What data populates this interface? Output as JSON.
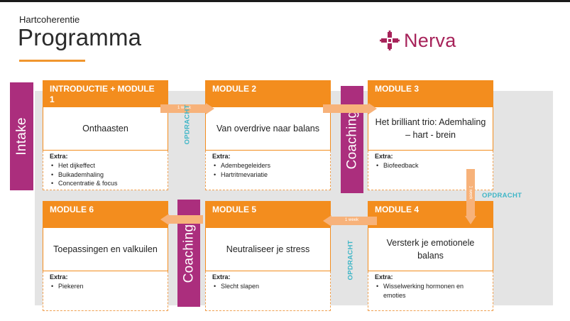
{
  "header": {
    "subtitle": "Hartcoherentie",
    "title": "Programma",
    "logo_text": "Nerva"
  },
  "side_bars": {
    "intake": "Intake",
    "coaching_top": "Coaching",
    "coaching_bottom": "Coaching"
  },
  "modules": [
    {
      "heading": "INTRODUCTIE + MODULE 1",
      "text": "Onthaasten",
      "extra_label": "Extra:",
      "extras": [
        "Het dijkeffect",
        "Buikademhaling",
        "Concentratie & focus"
      ]
    },
    {
      "heading": "MODULE 2",
      "text": "Van overdrive naar balans",
      "extra_label": "Extra:",
      "extras": [
        "Adembegeleiders",
        "Hartritmevariatie"
      ]
    },
    {
      "heading": "MODULE 3",
      "text": "Het brilliant trio: Ademhaling – hart - brein",
      "extra_label": "Extra:",
      "extras": [
        "Biofeedback"
      ]
    },
    {
      "heading": "MODULE 4",
      "text": "Versterk je emotionele balans",
      "extra_label": "Extra:",
      "extras": [
        "Wisselwerking hormonen en emoties"
      ]
    },
    {
      "heading": "MODULE 5",
      "text": "Neutraliseer je stress",
      "extra_label": "Extra:",
      "extras": [
        "Slecht slapen"
      ]
    },
    {
      "heading": "MODULE 6",
      "text": "Toepassingen en valkuilen",
      "extra_label": "Extra:",
      "extras": [
        "Piekeren"
      ]
    }
  ],
  "arrows": {
    "week_label_1": "1 week",
    "week_label_2": "1 week",
    "week_label_3": "1 week"
  },
  "opdracht": {
    "label_1": "OPDRACHT",
    "label_2": "OPDRACHT",
    "label_3": "OPDRACHT"
  },
  "colors": {
    "orange": "#f38d1e",
    "magenta": "#ab2e7d",
    "teal": "#3fb6c7",
    "logo": "#a7235a"
  }
}
